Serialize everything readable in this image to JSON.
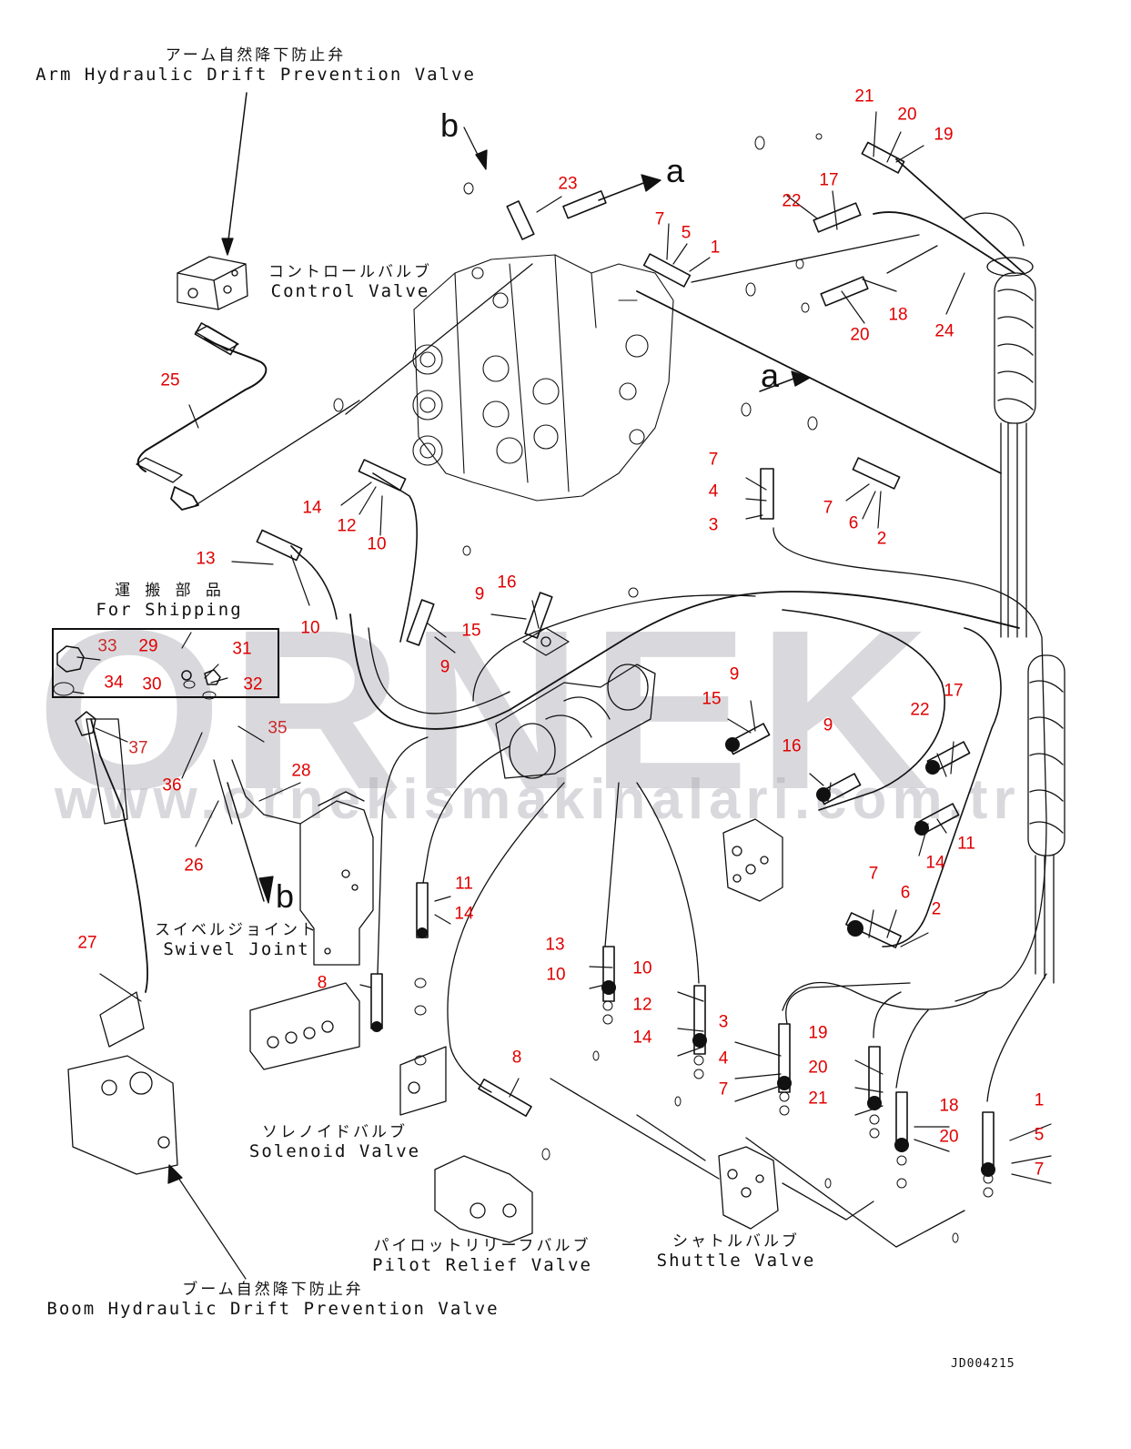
{
  "drawing_id": "JD004215",
  "watermark": {
    "brand": "ORNEK",
    "url": "www.ornekismakinalari.com.tr"
  },
  "reference_letters": {
    "a": "a",
    "b": "b"
  },
  "component_labels": {
    "arm_valve": {
      "jp": "アーム自然降下防止弁",
      "en": "Arm Hydraulic Drift Prevention Valve"
    },
    "control_valve": {
      "jp": "コントロールバルブ",
      "en": "Control Valve"
    },
    "for_shipping": {
      "jp": "運 搬 部 品",
      "en": "For Shipping"
    },
    "swivel_joint": {
      "jp": "スイベルジョイント",
      "en": "Swivel Joint"
    },
    "solenoid_valve": {
      "jp": "ソレノイドバルブ",
      "en": "Solenoid Valve"
    },
    "pilot_relief_valve": {
      "jp": "パイロットリリーフバルブ",
      "en": "Pilot Relief Valve"
    },
    "shuttle_valve": {
      "jp": "シャトルバルブ",
      "en": "Shuttle Valve"
    },
    "boom_valve": {
      "jp": "ブーム自然降下防止弁",
      "en": "Boom Hydraulic Drift Prevention Valve"
    }
  },
  "callouts": [
    {
      "n": "21"
    },
    {
      "n": "20"
    },
    {
      "n": "19"
    },
    {
      "n": "23"
    },
    {
      "n": "7"
    },
    {
      "n": "5"
    },
    {
      "n": "1"
    },
    {
      "n": "22"
    },
    {
      "n": "17"
    },
    {
      "n": "18"
    },
    {
      "n": "20"
    },
    {
      "n": "24"
    },
    {
      "n": "25"
    },
    {
      "n": "14"
    },
    {
      "n": "12"
    },
    {
      "n": "10"
    },
    {
      "n": "7"
    },
    {
      "n": "4"
    },
    {
      "n": "3"
    },
    {
      "n": "7"
    },
    {
      "n": "6"
    },
    {
      "n": "2"
    },
    {
      "n": "13"
    },
    {
      "n": "10"
    },
    {
      "n": "16"
    },
    {
      "n": "9"
    },
    {
      "n": "15"
    },
    {
      "n": "9"
    },
    {
      "n": "33"
    },
    {
      "n": "29"
    },
    {
      "n": "31"
    },
    {
      "n": "34"
    },
    {
      "n": "30"
    },
    {
      "n": "32"
    },
    {
      "n": "37"
    },
    {
      "n": "35"
    },
    {
      "n": "36"
    },
    {
      "n": "28"
    },
    {
      "n": "26"
    },
    {
      "n": "27"
    },
    {
      "n": "9"
    },
    {
      "n": "15"
    },
    {
      "n": "9"
    },
    {
      "n": "16"
    },
    {
      "n": "22"
    },
    {
      "n": "17"
    },
    {
      "n": "11"
    },
    {
      "n": "14"
    },
    {
      "n": "7"
    },
    {
      "n": "6"
    },
    {
      "n": "2"
    },
    {
      "n": "11"
    },
    {
      "n": "14"
    },
    {
      "n": "8"
    },
    {
      "n": "13"
    },
    {
      "n": "10"
    },
    {
      "n": "10"
    },
    {
      "n": "12"
    },
    {
      "n": "14"
    },
    {
      "n": "3"
    },
    {
      "n": "4"
    },
    {
      "n": "7"
    },
    {
      "n": "8"
    },
    {
      "n": "19"
    },
    {
      "n": "20"
    },
    {
      "n": "21"
    },
    {
      "n": "18"
    },
    {
      "n": "20"
    },
    {
      "n": "1"
    },
    {
      "n": "5"
    },
    {
      "n": "7"
    }
  ]
}
